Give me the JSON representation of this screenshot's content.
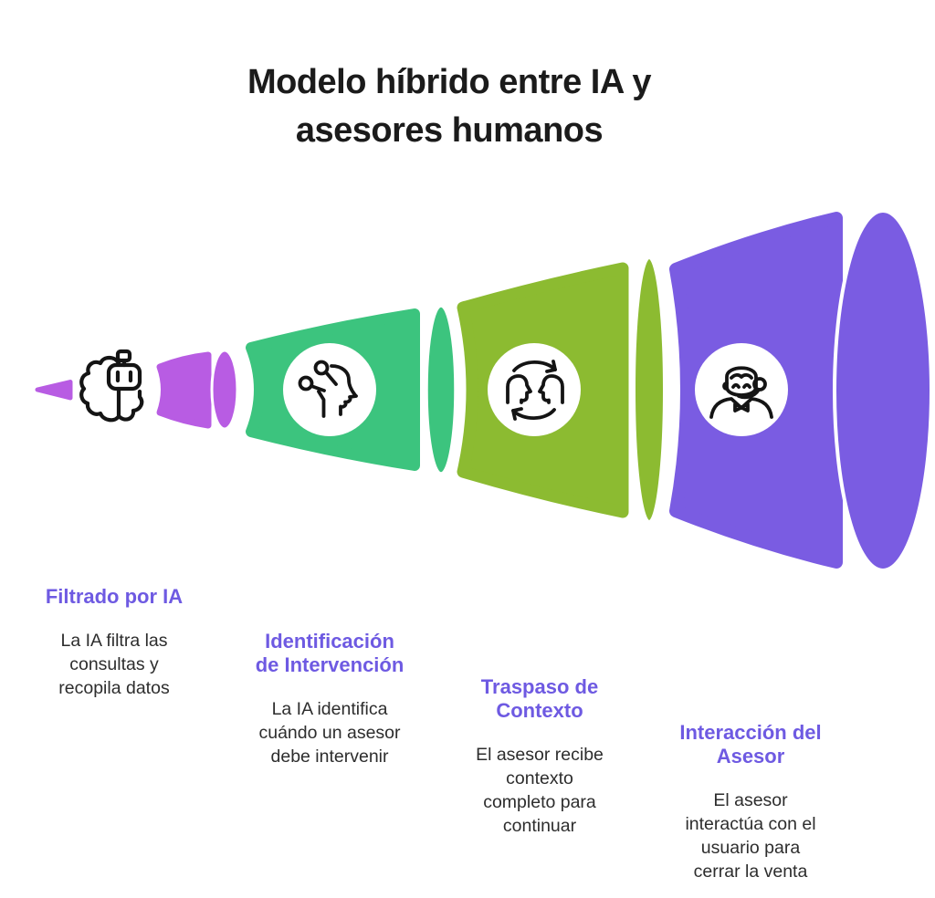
{
  "title": {
    "line1": "Modelo híbrido entre IA y",
    "line2": "asesores humanos"
  },
  "colors": {
    "background": "#ffffff",
    "stage1": "#b85ce3",
    "stage2": "#3cc47e",
    "stage3": "#8cbb31",
    "stage4": "#7a5ce2",
    "heading": "#6e5ae2",
    "body_text": "#2d2d2d",
    "title_text": "#1b1b1b",
    "icon_stroke": "#141414",
    "circle_fill": "#ffffff"
  },
  "funnel": {
    "type": "horizontal-funnel",
    "stages": [
      {
        "name": "Filtrado por IA",
        "color": "#b85ce3",
        "icon": "brain-robot-icon",
        "heading_lines": [
          "Filtrado por IA"
        ],
        "desc_lines": [
          "La IA filtra las",
          "consultas y",
          "recopila datos"
        ]
      },
      {
        "name": "Identificación de Intervención",
        "color": "#3cc47e",
        "icon": "head-nodes-icon",
        "heading_lines": [
          "Identificación",
          "de Intervención"
        ],
        "desc_lines": [
          "La IA identifica",
          "cuándo un asesor",
          "debe intervenir"
        ]
      },
      {
        "name": "Traspaso de Contexto",
        "color": "#8cbb31",
        "icon": "heads-exchange-icon",
        "heading_lines": [
          "Traspaso de",
          "Contexto"
        ],
        "desc_lines": [
          "El asesor recibe",
          "contexto",
          "completo para",
          "continuar"
        ]
      },
      {
        "name": "Interacción del Asesor",
        "color": "#7a5ce2",
        "icon": "agent-headset-icon",
        "heading_lines": [
          "Interacción del",
          "Asesor"
        ],
        "desc_lines": [
          "El asesor",
          "interactúa con el",
          "usuario para",
          "cerrar la venta"
        ]
      }
    ]
  }
}
